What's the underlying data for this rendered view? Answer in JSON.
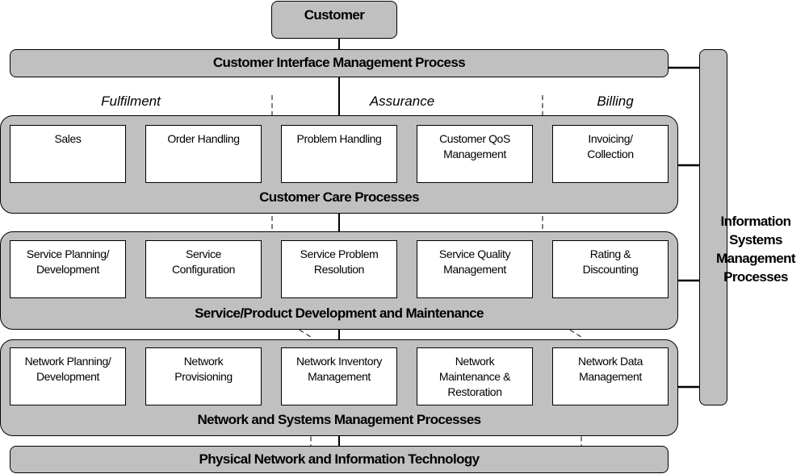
{
  "customer": {
    "label": "Customer"
  },
  "customer_interface": {
    "label": "Customer Interface Management Process"
  },
  "columns": [
    "Fulfilment",
    "Assurance",
    "Billing"
  ],
  "customer_care": {
    "label": "Customer Care Processes",
    "boxes": [
      "Sales",
      "Order Handling",
      "Problem Handling",
      "Customer QoS\nManagement",
      "Invoicing/\nCollection"
    ]
  },
  "service": {
    "label": "Service/Product Development and Maintenance",
    "boxes": [
      "Service Planning/\nDevelopment",
      "Service\nConfiguration",
      "Service Problem\nResolution",
      "Service Quality\nManagement",
      "Rating &\nDiscounting"
    ]
  },
  "network": {
    "label": "Network and Systems Management Processes",
    "boxes": [
      "Network Planning/\nDevelopment",
      "Network\nProvisioning",
      "Network Inventory\nManagement",
      "Network\nMaintenance &\nRestoration",
      "Network Data\nManagement"
    ]
  },
  "physical": {
    "label": "Physical Network and Information Technology"
  },
  "info_systems": {
    "label": "Information\nSystems\nManagement\nProcesses"
  },
  "colors": {
    "fill": "#c0c0c0",
    "box": "#ffffff",
    "line": "#000000"
  }
}
